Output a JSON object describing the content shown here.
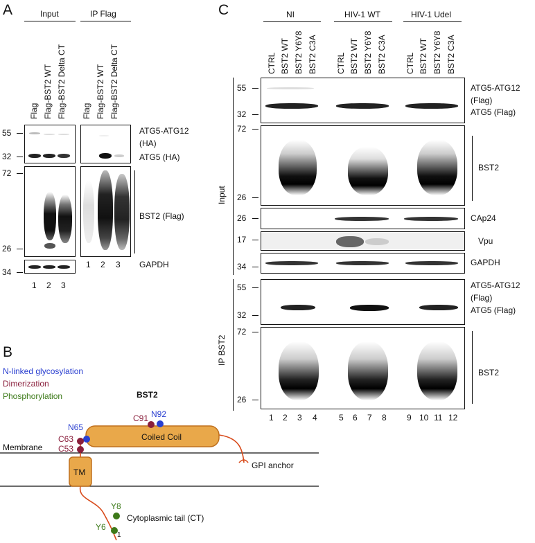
{
  "panelA": {
    "letter": "A",
    "group_input": "Input",
    "group_ip": "IP Flag",
    "lane_labels_input": [
      "Flag",
      "Flag-BST2 WT",
      "Flag-BST2 Delta CT"
    ],
    "lane_labels_ip": [
      "Flag",
      "Flag-BST2 WT",
      "Flag-BST2 Delta CT"
    ],
    "mw_atg": [
      "55",
      "32"
    ],
    "mw_bst2": [
      "72",
      "26"
    ],
    "mw_gapdh": [
      "34"
    ],
    "label_atg5_atg12": "ATG5-ATG12",
    "label_ha": "(HA)",
    "label_atg5": "ATG5 (HA)",
    "label_bst2": "BST2 (Flag)",
    "label_gapdh": "GAPDH",
    "lane_numbers_input": [
      "1",
      "2",
      "3"
    ],
    "lane_numbers_ip": [
      "1",
      "2",
      "3"
    ]
  },
  "panelB": {
    "letter": "B",
    "legend_n": "N-linked glycosylation",
    "legend_dimer": "Dimerization",
    "legend_phospho": "Phosphorylation",
    "title": "BST2",
    "membrane": "Membrane",
    "tm": "TM",
    "coiled_coil": "Coiled Coil",
    "gpi": "GPI anchor",
    "cyto_tail": "Cytoplasmic tail (CT)",
    "sites": {
      "n65": "N65",
      "n92": "N92",
      "c91": "C91",
      "c63": "C63",
      "c53": "C53",
      "y8": "Y8",
      "y6": "Y6",
      "one": "1"
    },
    "colors": {
      "n_linked": "#2a3fd0",
      "dimer": "#8a1f3c",
      "phospho": "#3d7a1a",
      "domain_fill": "#e9a84a",
      "domain_edge": "#c0701e",
      "tail": "#d84a1a"
    }
  },
  "panelC": {
    "letter": "C",
    "groups": [
      "NI",
      "HIV-1 WT",
      "HIV-1 Udel"
    ],
    "lane_labels": [
      "CTRL",
      "BST2 WT",
      "BST2 Y6Y8",
      "BST2 C3A"
    ],
    "side_input": "Input",
    "side_ip": "IP BST2",
    "mw_atg_input": [
      "55",
      "32"
    ],
    "mw_bst2_input": [
      "72",
      "26"
    ],
    "mw_cap24": [
      "26"
    ],
    "mw_vpu": [
      "17"
    ],
    "mw_gapdh": [
      "34"
    ],
    "mw_atg_ip": [
      "55",
      "32"
    ],
    "mw_bst2_ip": [
      "72",
      "26"
    ],
    "label_atg5_atg12": "ATG5-ATG12",
    "label_flag": "(Flag)",
    "label_atg5": "ATG5 (Flag)",
    "label_bst2": "BST2",
    "label_cap24": "CAp24",
    "label_vpu": "Vpu",
    "label_gapdh": "GAPDH",
    "lane_numbers": [
      "1",
      "2",
      "3",
      "4",
      "5",
      "6",
      "7",
      "8",
      "9",
      "10",
      "11",
      "12"
    ]
  }
}
